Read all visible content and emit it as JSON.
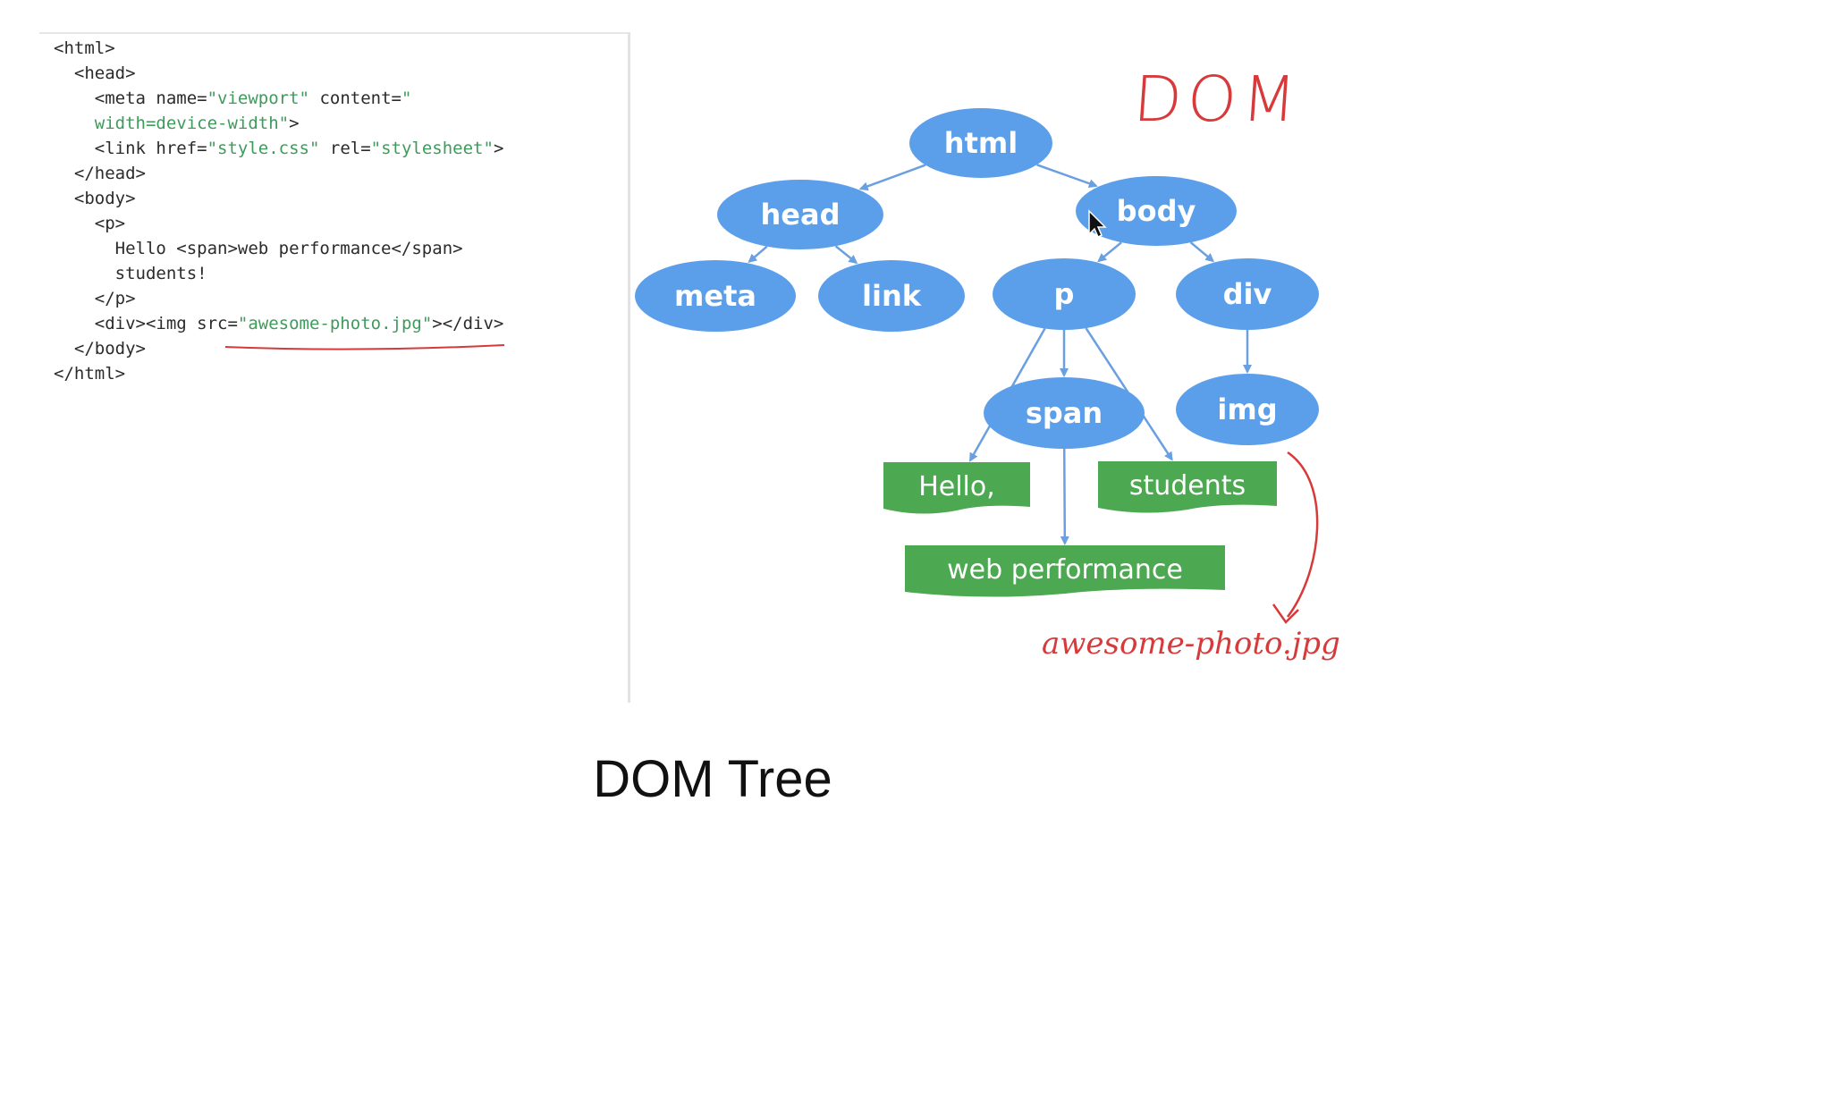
{
  "code_panel": {
    "lines": [
      {
        "indent": 0,
        "parts": [
          {
            "t": "<html>",
            "s": false
          }
        ]
      },
      {
        "indent": 1,
        "parts": [
          {
            "t": "<head>",
            "s": false
          }
        ]
      },
      {
        "indent": 2,
        "parts": [
          {
            "t": "<meta name=",
            "s": false
          },
          {
            "t": "\"viewport\"",
            "s": true
          },
          {
            "t": " content=",
            "s": false
          },
          {
            "t": "\"",
            "s": true
          }
        ]
      },
      {
        "indent": 2,
        "parts": [
          {
            "t": "width=device-width\"",
            "s": true
          },
          {
            "t": ">",
            "s": false
          }
        ]
      },
      {
        "indent": 2,
        "parts": [
          {
            "t": "<link href=",
            "s": false
          },
          {
            "t": "\"style.css\"",
            "s": true
          },
          {
            "t": " rel=",
            "s": false
          },
          {
            "t": "\"stylesheet\"",
            "s": true
          },
          {
            "t": ">",
            "s": false
          }
        ]
      },
      {
        "indent": 1,
        "parts": [
          {
            "t": "</head>",
            "s": false
          }
        ]
      },
      {
        "indent": 1,
        "parts": [
          {
            "t": "<body>",
            "s": false
          }
        ]
      },
      {
        "indent": 2,
        "parts": [
          {
            "t": "<p>",
            "s": false
          }
        ]
      },
      {
        "indent": 3,
        "parts": [
          {
            "t": "Hello <span>web performance</span>",
            "s": false
          }
        ]
      },
      {
        "indent": 3,
        "parts": [
          {
            "t": "students!",
            "s": false
          }
        ]
      },
      {
        "indent": 2,
        "parts": [
          {
            "t": "</p>",
            "s": false
          }
        ]
      },
      {
        "indent": 2,
        "parts": [
          {
            "t": "<div><img src=",
            "s": false
          },
          {
            "t": "\"awesome-photo.jpg\"",
            "s": true
          },
          {
            "t": "></div>",
            "s": false
          }
        ]
      },
      {
        "indent": 1,
        "parts": [
          {
            "t": "</body>",
            "s": false
          }
        ]
      },
      {
        "indent": 0,
        "parts": [
          {
            "t": "</html>",
            "s": false
          }
        ]
      }
    ]
  },
  "tree": {
    "element_nodes": [
      {
        "id": "html",
        "label": "html"
      },
      {
        "id": "head",
        "label": "head"
      },
      {
        "id": "body",
        "label": "body"
      },
      {
        "id": "meta",
        "label": "meta"
      },
      {
        "id": "link",
        "label": "link"
      },
      {
        "id": "p",
        "label": "p"
      },
      {
        "id": "div",
        "label": "div"
      },
      {
        "id": "span",
        "label": "span"
      },
      {
        "id": "img",
        "label": "img"
      }
    ],
    "text_nodes": [
      {
        "id": "t-hello",
        "label": "Hello,"
      },
      {
        "id": "t-students",
        "label": "students"
      },
      {
        "id": "t-webperf",
        "label": "web performance"
      }
    ],
    "edges": [
      [
        "html",
        "head"
      ],
      [
        "html",
        "body"
      ],
      [
        "head",
        "meta"
      ],
      [
        "head",
        "link"
      ],
      [
        "body",
        "p"
      ],
      [
        "body",
        "div"
      ],
      [
        "p",
        "t-hello"
      ],
      [
        "p",
        "span"
      ],
      [
        "p",
        "t-students"
      ],
      [
        "span",
        "t-webperf"
      ],
      [
        "div",
        "img"
      ]
    ],
    "colors": {
      "element": "#5b9ee9",
      "text": "#4ca851",
      "edge": "#6a9fe0"
    }
  },
  "annotations": {
    "dom_title": "DOM",
    "photo_note": "awesome-photo.jpg",
    "color": "#d63a3a"
  },
  "caption": "DOM Tree"
}
